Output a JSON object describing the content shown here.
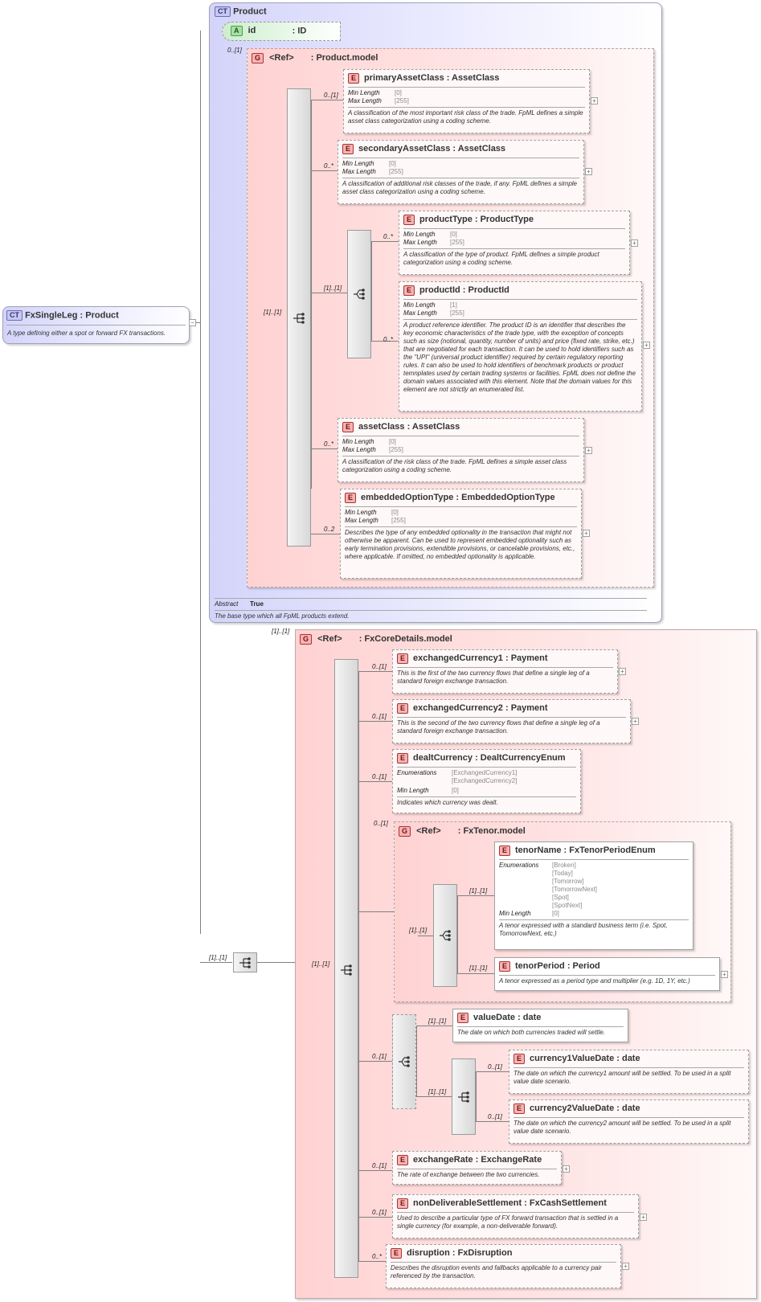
{
  "root": {
    "badge": "CT",
    "name": "FxSingleLeg",
    "type": "Product",
    "doc": "A type defining either a spot or forward FX transactions."
  },
  "ct_product": {
    "badge": "CT",
    "name": "Product",
    "attr": {
      "badge": "A",
      "name": "id",
      "type": ": ID"
    },
    "abstract_label": "Abstract",
    "abstract_value": "True",
    "doc": "The base type which all FpML products extend."
  },
  "group_product_model": {
    "badge": "G",
    "ref": "<Ref>",
    "name": ": Product.model",
    "mult": "0..[1]",
    "seq_mult": "[1]..[1]",
    "choice_mult": "[1]..[1]"
  },
  "product_elements": [
    {
      "badge": "E",
      "name": "primaryAssetClass",
      "type": ": AssetClass",
      "mult": "0..[1]",
      "facets": [
        {
          "k": "Min Length",
          "v": "[0]"
        },
        {
          "k": "Max Length",
          "v": "[255]"
        }
      ],
      "doc": "A classification of the most important risk class of the trade. FpML defines a simple asset class categorization using a coding scheme."
    },
    {
      "badge": "E",
      "name": "secondaryAssetClass",
      "type": ": AssetClass",
      "mult": "0..*",
      "facets": [
        {
          "k": "Min Length",
          "v": "[0]"
        },
        {
          "k": "Max Length",
          "v": "[255]"
        }
      ],
      "doc": "A classification of additional risk classes of the trade, if any. FpML defines a simple asset class categorization using a coding scheme."
    },
    {
      "badge": "E",
      "name": "productType",
      "type": ": ProductType",
      "mult": "0..*",
      "facets": [
        {
          "k": "Min Length",
          "v": "[0]"
        },
        {
          "k": "Max Length",
          "v": "[255]"
        }
      ],
      "doc": "A classification of the type of product. FpML defines a simple product categorization using a coding scheme."
    },
    {
      "badge": "E",
      "name": "productId",
      "type": ": ProductId",
      "mult": "0..*",
      "facets": [
        {
          "k": "Min Length",
          "v": "[1]"
        },
        {
          "k": "Max Length",
          "v": "[255]"
        }
      ],
      "doc": "A product reference identifier. The product ID is an identifier that describes the key economic characteristics of the trade type, with the exception of concepts such as size (notional, quantity, number of units) and price (fixed rate, strike, etc.) that are negotiated for each transaction. It can be used to hold identifiers such as the \"UPI\" (universal product identifier) required by certain regulatory reporting rules. It can also be used to hold identifiers of benchmark products or product temnplates used by certain trading systems or facilities. FpML does not define the domain values associated with this element. Note that the domain values for this element are not strictly an enumerated list."
    },
    {
      "badge": "E",
      "name": "assetClass",
      "type": ": AssetClass",
      "mult": "0..*",
      "facets": [
        {
          "k": "Min Length",
          "v": "[0]"
        },
        {
          "k": "Max Length",
          "v": "[255]"
        }
      ],
      "doc": "A classification of the risk class of the trade. FpML defines a simple asset class categorization using a coding scheme."
    },
    {
      "badge": "E",
      "name": "embeddedOptionType",
      "type": ": EmbeddedOptionType",
      "mult": "0..2",
      "facets": [
        {
          "k": "Min Length",
          "v": "[0]"
        },
        {
          "k": "Max Length",
          "v": "[255]"
        }
      ],
      "doc": "Describes the type of any embedded optionality in the transaction that might not otherwise be apparent. Can be used to represent embedded optionality such as early termination provisions, extendible provisions, or cancelable provisions, etc., where applicable. If omitted, no embedded optionality is applicable."
    }
  ],
  "outer_seq_mult": "[1]..[1]",
  "group_fxcore": {
    "badge": "G",
    "ref": "<Ref>",
    "name": ": FxCoreDetails.model",
    "mult": "[1]..[1]",
    "seq_mult": "[1]..[1]"
  },
  "fx_elements": {
    "ex1": {
      "badge": "E",
      "name": "exchangedCurrency1",
      "type": ": Payment",
      "mult": "0..[1]",
      "doc": "This is the first of the two currency flows that define a single leg of a standard foreign exchange transaction."
    },
    "ex2": {
      "badge": "E",
      "name": "exchangedCurrency2",
      "type": ": Payment",
      "mult": "0..[1]",
      "doc": "This is the second of the two currency flows that define a single leg of a standard foreign exchange transaction."
    },
    "dealt": {
      "badge": "E",
      "name": "dealtCurrency",
      "type": ": DealtCurrencyEnum",
      "mult": "0..[1]",
      "enum_label": "Enumerations",
      "enums": [
        "[ExchangedCurrency1]",
        "[ExchangedCurrency2]"
      ],
      "minlen_label": "Min Length",
      "minlen": "[0]",
      "doc": "Indicates which currency was dealt."
    },
    "tenor_group": {
      "badge": "G",
      "ref": "<Ref>",
      "name": ": FxTenor.model",
      "mult": "0..[1]",
      "seq_mult": "[1]..[1]"
    },
    "tenorName": {
      "badge": "E",
      "name": "tenorName",
      "type": ": FxTenorPeriodEnum",
      "mult": "[1]..[1]",
      "enum_label": "Enumerations",
      "enums": [
        "[Broken]",
        "[Today]",
        "[Tomorrow]",
        "[TomorrowNext]",
        "[Spot]",
        "[SpotNext]"
      ],
      "minlen_label": "Min Length",
      "minlen": "[0]",
      "doc": "A tenor expressed with a standard business term (i.e. Spot, TomorrowNext, etc.)"
    },
    "tenorPeriod": {
      "badge": "E",
      "name": "tenorPeriod",
      "type": ": Period",
      "mult": "[1]..[1]",
      "doc": "A tenor expressed as a period type and multiplier (e.g. 1D, 1Y, etc.)"
    },
    "value_seq_mult": "0..[1]",
    "valueDate": {
      "badge": "E",
      "name": "valueDate",
      "type": ": date",
      "mult": "[1]..[1]",
      "doc": "The date on which both currencies traded will settle."
    },
    "split_seq_mult": "[1]..[1]",
    "cur1": {
      "badge": "E",
      "name": "currency1ValueDate",
      "type": ": date",
      "mult": "0..[1]",
      "doc": "The date on which the currency1 amount will be settled. To be used in a split value date scenario."
    },
    "cur2": {
      "badge": "E",
      "name": "currency2ValueDate",
      "type": ": date",
      "mult": "0..[1]",
      "doc": "The date on which the currency2 amount will be settled. To be used in a split value date scenario."
    },
    "rate": {
      "badge": "E",
      "name": "exchangeRate",
      "type": ": ExchangeRate",
      "mult": "0..[1]",
      "doc": "The rate of exchange between the two currencies."
    },
    "nds": {
      "badge": "E",
      "name": "nonDeliverableSettlement",
      "type": ": FxCashSettlement",
      "mult": "0..[1]",
      "doc": "Used to describe a particular type of FX forward transaction that is settled in a single currency (for example, a non-deliverable forward)."
    },
    "disr": {
      "badge": "E",
      "name": "disruption",
      "type": ": FxDisruption",
      "mult": "0..*",
      "doc": "Describes the disruption events and fallbacks applicable to a currency pair referenced by the transaction."
    }
  },
  "colors": {
    "ct": "#d4d4fa",
    "group": "#ffd2d2",
    "element_badge": "#f4b4b4",
    "attr_badge": "#a8e0a8"
  },
  "icons": {
    "sequence": "sequence-icon",
    "choice": "choice-icon",
    "expand": "plus-icon",
    "collapse": "minus-icon"
  }
}
